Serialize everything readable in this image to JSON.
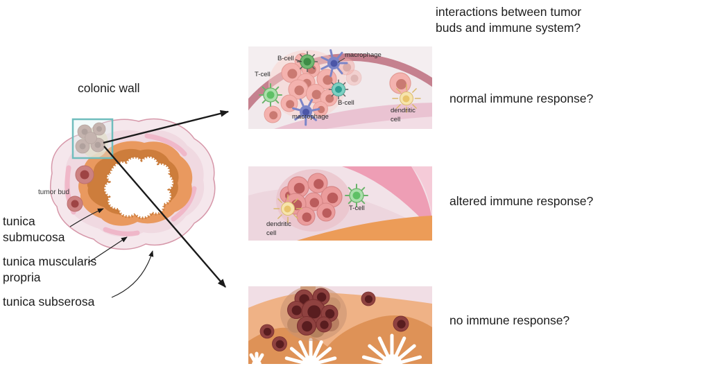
{
  "heading": "interactions between tumor\nbuds and immune system?",
  "colon": {
    "title": "colonic wall",
    "tumor_bud": "tumor bud",
    "submucosa": "tunica\nsubmucosa",
    "muscularis": "tunica muscularis\npropria",
    "subserosa": "tunica subserosa"
  },
  "panels": [
    {
      "id": "normal",
      "question": "normal immune response?",
      "labels": {
        "t_cell": "T-cell",
        "b_cell_top": "B-cell",
        "macrophage_top": "macrophage",
        "macrophage_bottom": "macrophage",
        "b_cell_right": "B-cell",
        "dendritic": "dendritic\ncell"
      }
    },
    {
      "id": "altered",
      "question": "altered immune response?",
      "labels": {
        "dendritic": "dendritic\ncell",
        "t_cell": "T-cell"
      }
    },
    {
      "id": "none",
      "question": "no immune response?",
      "labels": {}
    }
  ],
  "colors": {
    "highlight_box_teal": "#6fbdbd",
    "serosa_pink": "#f5e7ec",
    "muscularis_pink": "#efb4c7",
    "submucosa_orange": "#e9995f",
    "mucosa_orange": "#cd7d3c",
    "tumor_cell_pink": "#f4b2ae",
    "tumor_cell_mid_pink": "#eb9c9c",
    "tumor_cell_maroon": "#8f4240",
    "t_cell_green": "#abdfab",
    "b_cell_green": "#72b873",
    "b_cell_teal": "#7ed0c2",
    "macrophage_blue": "#7b85c8",
    "dendritic_yellow": "#f6e4ad",
    "band_mauve": "#c5818f",
    "arrow_black": "#1a1a1a",
    "text_black": "#1c1c1c"
  }
}
